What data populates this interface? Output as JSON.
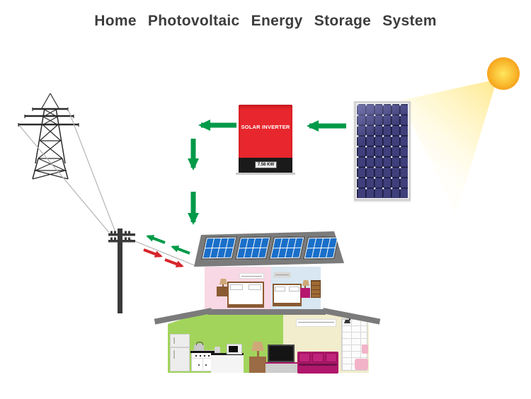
{
  "title": "Home Photovoltaic Energy Storage System",
  "inverter": {
    "label": "SOLAR INVERTER",
    "display_value": "7.56 KW"
  },
  "colors": {
    "title_color": "#3d3d3d",
    "flow_green": "#009a49",
    "flow_red": "#d6262b",
    "inverter_red": "#e8262d",
    "inverter_black": "#1a1a1a",
    "panel_navy": "#3f3f7b",
    "roof_panel_blue": "#1a6fc9",
    "roof_gray": "#7b7b7b",
    "sun_core": "#ffe65e",
    "sun_edge": "#f49a17",
    "bedroom_pink": "#f8d8e4",
    "bedroom_blue": "#d8e7f1",
    "kitchen_green": "#a2d45c",
    "living_cream": "#f1edcd",
    "sofa_magenta": "#b0186b"
  }
}
